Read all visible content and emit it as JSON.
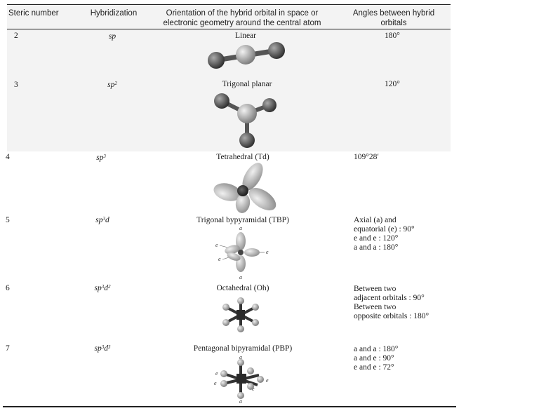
{
  "headers": {
    "steric": "Steric number",
    "hybrid": "Hybridization",
    "orientation": "Orientation of the hybrid orbital in space or electronic geometry around the central atom",
    "angles": "Angles between hybrid orbitals"
  },
  "rows": [
    {
      "steric": "2",
      "hyb_base": "sp",
      "hyb_sup": "",
      "hyb_tail": "",
      "hyb_sup2": "",
      "geometry": "Linear",
      "angles": [
        "180°"
      ]
    },
    {
      "steric": "3",
      "hyb_base": "sp",
      "hyb_sup": "2",
      "hyb_tail": "",
      "hyb_sup2": "",
      "geometry": "Trigonal planar",
      "angles": [
        "120°"
      ]
    },
    {
      "steric": "4",
      "hyb_base": "sp",
      "hyb_sup": "3",
      "hyb_tail": "",
      "hyb_sup2": "",
      "geometry": "Tetrahedral (Td)",
      "angles": [
        "109°28′"
      ]
    },
    {
      "steric": "5",
      "hyb_base": "sp",
      "hyb_sup": "3",
      "hyb_tail": "d",
      "hyb_sup2": "",
      "geometry": "Trigonal bypyramidal (TBP)",
      "angles": [
        "Axial (a) and",
        "equatorial (e) : 90°",
        "e and e : 120°",
        "a and a : 180°"
      ]
    },
    {
      "steric": "6",
      "hyb_base": "sp",
      "hyb_sup": "3",
      "hyb_tail": "d",
      "hyb_sup2": "2",
      "geometry": "Octahedral (Oh)",
      "angles": [
        "Between two",
        "adjacent orbitals : 90°",
        "Between two",
        "opposite orbitals : 180°"
      ]
    },
    {
      "steric": "7",
      "hyb_base": "sp",
      "hyb_sup": "3",
      "hyb_tail": "d",
      "hyb_sup2": "3",
      "geometry": "Pentagonal bipyramidal (PBP)",
      "angles": [
        "a and a : 180°",
        "a and e : 90°",
        "e and e : 72°"
      ]
    }
  ],
  "labels": {
    "axial": "a",
    "equatorial": "e"
  }
}
